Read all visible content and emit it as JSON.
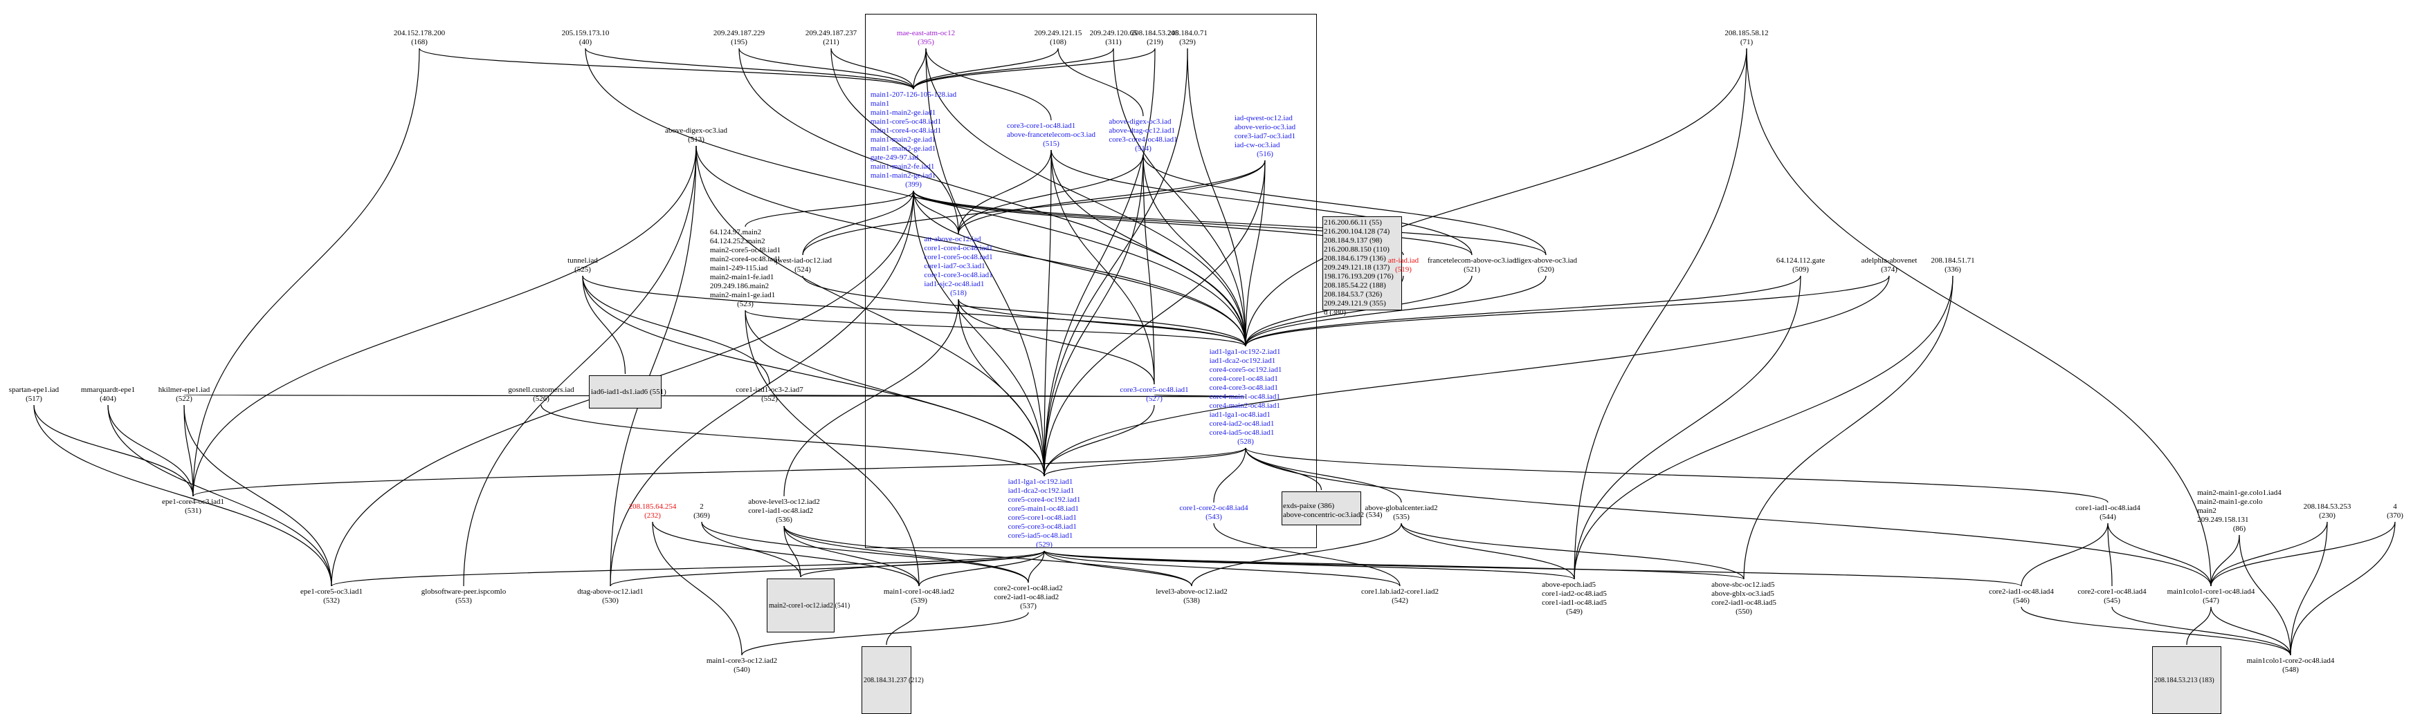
{
  "title": "Network topology graph",
  "colors": {
    "default": "#000000",
    "blue": "#1a1aee",
    "red": "#ee1111",
    "purple": "#a020d0",
    "box_fill": "#e3e3e3"
  },
  "nodes": [
    {
      "id": "n168",
      "lines": [
        "204.152.178.200"
      ],
      "count": "(168)"
    },
    {
      "id": "n40",
      "lines": [
        "205.159.173.10"
      ],
      "count": "(40)"
    },
    {
      "id": "n195",
      "lines": [
        "209.249.187.229"
      ],
      "count": "(195)"
    },
    {
      "id": "n211",
      "lines": [
        "209.249.187.237"
      ],
      "count": "(211)"
    },
    {
      "id": "n395",
      "lines": [
        "mae-east-atm-oc12"
      ],
      "count": "(395)"
    },
    {
      "id": "n108",
      "lines": [
        "209.249.121.15"
      ],
      "count": "(108)"
    },
    {
      "id": "n311",
      "lines": [
        "209.249.120.65"
      ],
      "count": "(311)"
    },
    {
      "id": "n219",
      "lines": [
        "208.184.53.245"
      ],
      "count": "(219)"
    },
    {
      "id": "n329",
      "lines": [
        "208.184.0.71"
      ],
      "count": "(329)"
    },
    {
      "id": "n71",
      "lines": [
        "208.185.58.12"
      ],
      "count": "(71)"
    },
    {
      "id": "n399",
      "lines": [
        "main1-207-126-105-128.iad",
        "main1",
        "main1-main2-ge.iad1",
        "main1-core5-oc48.iad1",
        "main1-core4-oc48.iad1",
        "main1-main2-ge.iad1",
        "main1-main2-ge.iad1",
        "gate-249-97.iad",
        "main1-main2-fe.iad1",
        "main1-main2-ge.iad1"
      ],
      "count": "(399)"
    },
    {
      "id": "n515",
      "lines": [
        "core3-core1-oc48.iad1",
        "above-francetelecom-oc3.iad"
      ],
      "count": "(515)"
    },
    {
      "id": "n514",
      "lines": [
        "above-digex-oc3.iad",
        "above-dtag-oc12.iad1",
        "core3-core4-oc48.iad1"
      ],
      "count": "(514)"
    },
    {
      "id": "n516",
      "lines": [
        "iad-qwest-oc12.iad",
        "above-verio-oc3.iad",
        "core3-iad7-oc3.iad1",
        "iad-cw-oc3.iad"
      ],
      "count": "(516)"
    },
    {
      "id": "n513",
      "lines": [
        "above-digex-oc3.iad"
      ],
      "count": "(513)"
    },
    {
      "id": "n523",
      "lines": [
        "64.124.97.main2",
        "64.124.252.main2",
        "main2-core5-oc48.iad1",
        "main2-core4-oc48.iad1",
        "main1-249-115.iad",
        "main2-main1-fe.iad1",
        "209.249.186.main2",
        "main2-main1-ge.iad1"
      ],
      "count": "(523)"
    },
    {
      "id": "n525",
      "lines": [
        "tunnel.iad"
      ],
      "count": "(525)"
    },
    {
      "id": "n524",
      "lines": [
        "qwest-iad-oc12.iad"
      ],
      "count": "(524)"
    },
    {
      "id": "n518",
      "lines": [
        "att-above-oc12.iad",
        "core1-core4-oc48.iad1",
        "core1-core5-oc48.iad1",
        "core1-iad7-oc3.iad1",
        "core1-core3-oc48.iad1",
        "iad1-sjc2-oc48.iad1"
      ],
      "count": "(518)"
    },
    {
      "id": "grouped_box",
      "lines": [
        "216.200.66.11 (55)",
        "216.200.104.128 (74)",
        "208.184.9.137 (98)",
        "216.200.88.150 (110)",
        "208.184.6.179 (136)",
        "209.249.121.18 (137)",
        "198.176.193.209 (176)",
        "208.185.54.22 (188)",
        "208.184.53.7 (326)",
        "209.249.121.9 (355)",
        "d (380)"
      ],
      "count": ""
    },
    {
      "id": "n519",
      "lines": [
        "att-iad.iad"
      ],
      "count": "(519)"
    },
    {
      "id": "n521",
      "lines": [
        "francetelecom-above-oc3.iad"
      ],
      "count": "(521)"
    },
    {
      "id": "n520",
      "lines": [
        "digex-above-oc3.iad"
      ],
      "count": "(520)"
    },
    {
      "id": "n509",
      "lines": [
        "64.124.112.gate"
      ],
      "count": "(509)"
    },
    {
      "id": "n374",
      "lines": [
        "adelphia-abovenet"
      ],
      "count": "(374)"
    },
    {
      "id": "n336",
      "lines": [
        "208.184.51.71"
      ],
      "count": "(336)"
    },
    {
      "id": "n517",
      "lines": [
        "spartan-epe1.iad"
      ],
      "count": "(517)"
    },
    {
      "id": "n404",
      "lines": [
        "mmarquardt-epe1"
      ],
      "count": "(404)"
    },
    {
      "id": "n522",
      "lines": [
        "hkilmer-epe1.iad"
      ],
      "count": "(522)"
    },
    {
      "id": "n526",
      "lines": [
        "gosnell.customers.iad"
      ],
      "count": "(526)"
    },
    {
      "id": "n551",
      "lines": [
        "iad6-iad1-ds1.iad6 (551)"
      ],
      "count": ""
    },
    {
      "id": "n552",
      "lines": [
        "core1-iad1-oc3-2.iad7"
      ],
      "count": "(552)"
    },
    {
      "id": "n527",
      "lines": [
        "core3-core5-oc48.iad1"
      ],
      "count": "(527)"
    },
    {
      "id": "n528",
      "lines": [
        "iad1-lga1-oc192-2.iad1",
        "iad1-dca2-oc192.iad1",
        "core4-core5-oc192.iad1",
        "core4-core1-oc48.iad1",
        "core4-core3-oc48.iad1",
        "core4-main1-oc48.iad1",
        "core4-main2-oc48.iad1",
        "iad1-lga1-oc48.iad1",
        "core4-iad2-oc48.iad1",
        "core4-iad5-oc48.iad1"
      ],
      "count": "(528)"
    },
    {
      "id": "n531",
      "lines": [
        "epe1-core4-oc3.iad1"
      ],
      "count": "(531)"
    },
    {
      "id": "n232",
      "lines": [
        "208.185.64.254"
      ],
      "count": "(232)"
    },
    {
      "id": "n369",
      "lines": [
        "2"
      ],
      "count": "(369)"
    },
    {
      "id": "n536",
      "lines": [
        "above-level3-oc12.iad2",
        "core1-iad1-oc48.iad2"
      ],
      "count": "(536)"
    },
    {
      "id": "n529",
      "lines": [
        "iad1-lga1-oc192.iad1",
        "iad1-dca2-oc192.iad1",
        "core5-core4-oc192.iad1",
        "core5-main1-oc48.iad1",
        "core5-core1-oc48.iad1",
        "core5-core3-oc48.iad1",
        "core5-iad5-oc48.iad1"
      ],
      "count": "(529)"
    },
    {
      "id": "n543",
      "lines": [
        "core1-core2-oc48.iad4"
      ],
      "count": "(543)"
    },
    {
      "id": "exds_box",
      "lines": [
        "exds-paixe (386)",
        "above-concentric-oc3.iad2 (534)"
      ],
      "count": ""
    },
    {
      "id": "n535",
      "lines": [
        "above-globalcenter.iad2"
      ],
      "count": "(535)"
    },
    {
      "id": "n544",
      "lines": [
        "core1-iad1-oc48.iad4"
      ],
      "count": "(544)"
    },
    {
      "id": "n86",
      "lines": [
        "main2-main1-ge.colo1.iad4",
        "main2-main1-ge.colo",
        "main2",
        "209.249.158.131"
      ],
      "count": "(86)"
    },
    {
      "id": "n230",
      "lines": [
        "208.184.53.253"
      ],
      "count": "(230)"
    },
    {
      "id": "n370",
      "lines": [
        "4"
      ],
      "count": "(370)"
    },
    {
      "id": "n532",
      "lines": [
        "epe1-core5-oc3.iad1"
      ],
      "count": "(532)"
    },
    {
      "id": "n553",
      "lines": [
        "globsoftware-peer.ispcomlo"
      ],
      "count": "(553)"
    },
    {
      "id": "n530",
      "lines": [
        "dtag-above-oc12.iad1"
      ],
      "count": "(530)"
    },
    {
      "id": "n541",
      "lines": [
        "main2-core1-oc12.iad2 (541)"
      ],
      "count": ""
    },
    {
      "id": "n539",
      "lines": [
        "main1-core1-oc48.iad2"
      ],
      "count": "(539)"
    },
    {
      "id": "n537",
      "lines": [
        "core2-core1-oc48.iad2",
        "core2-iad1-oc48.iad2"
      ],
      "count": "(537)"
    },
    {
      "id": "n538",
      "lines": [
        "level3-above-oc12.iad2"
      ],
      "count": "(538)"
    },
    {
      "id": "n542",
      "lines": [
        "core1.lab.iad2-core1.iad2"
      ],
      "count": "(542)"
    },
    {
      "id": "n549",
      "lines": [
        "above-epoch.iad5",
        "core1-iad2-oc48.iad5",
        "core1-iad1-oc48.iad5"
      ],
      "count": "(549)"
    },
    {
      "id": "n550",
      "lines": [
        "above-sbc-oc12.iad5",
        "above-gblx-oc3.iad5",
        "core2-iad1-oc48.iad5"
      ],
      "count": "(550)"
    },
    {
      "id": "n546",
      "lines": [
        "core2-iad1-oc48.iad4"
      ],
      "count": "(546)"
    },
    {
      "id": "n545",
      "lines": [
        "core2-core1-oc48.iad4"
      ],
      "count": "(545)"
    },
    {
      "id": "n547",
      "lines": [
        "main1colo1-core1-oc48.iad4"
      ],
      "count": "(547)"
    },
    {
      "id": "n540",
      "lines": [
        "main1-core3-oc12.iad2"
      ],
      "count": "(540)"
    },
    {
      "id": "n212",
      "lines": [
        "208.184.31.237 (212)"
      ],
      "count": ""
    },
    {
      "id": "n183",
      "lines": [
        "208.184.53.213 (183)"
      ],
      "count": ""
    },
    {
      "id": "n548",
      "lines": [
        "main1colo1-core2-oc48.iad4"
      ],
      "count": "(548)"
    }
  ],
  "edges": [
    [
      "n168",
      "n399"
    ],
    [
      "n168",
      "n531"
    ],
    [
      "n40",
      "n399"
    ],
    [
      "n40",
      "n528"
    ],
    [
      "n195",
      "n399"
    ],
    [
      "n195",
      "n528"
    ],
    [
      "n211",
      "n399"
    ],
    [
      "n211",
      "n518"
    ],
    [
      "n395",
      "n399"
    ],
    [
      "n395",
      "n515"
    ],
    [
      "n395",
      "n528"
    ],
    [
      "n395",
      "n529"
    ],
    [
      "n108",
      "n399"
    ],
    [
      "n108",
      "n514"
    ],
    [
      "n311",
      "n399"
    ],
    [
      "n311",
      "n528"
    ],
    [
      "n219",
      "n399"
    ],
    [
      "n219",
      "n529"
    ],
    [
      "n329",
      "n528"
    ],
    [
      "n329",
      "n529"
    ],
    [
      "n71",
      "n528"
    ],
    [
      "n71",
      "n547"
    ],
    [
      "n71",
      "n549"
    ],
    [
      "n399",
      "n518"
    ],
    [
      "n399",
      "n528"
    ],
    [
      "n399",
      "n529"
    ],
    [
      "n399",
      "n519"
    ],
    [
      "n399",
      "n521"
    ],
    [
      "n399",
      "n520"
    ],
    [
      "n399",
      "n523"
    ],
    [
      "n399",
      "n524"
    ],
    [
      "n399",
      "n532"
    ],
    [
      "n399",
      "n530"
    ],
    [
      "n515",
      "n518"
    ],
    [
      "n515",
      "n528"
    ],
    [
      "n515",
      "n529"
    ],
    [
      "n515",
      "n527"
    ],
    [
      "n515",
      "n521"
    ],
    [
      "n514",
      "n518"
    ],
    [
      "n514",
      "n528"
    ],
    [
      "n514",
      "n529"
    ],
    [
      "n514",
      "n527"
    ],
    [
      "n514",
      "n520"
    ],
    [
      "n516",
      "n528"
    ],
    [
      "n516",
      "n529"
    ],
    [
      "n516",
      "n518"
    ],
    [
      "n516",
      "n524"
    ],
    [
      "n513",
      "n528"
    ],
    [
      "n513",
      "n529"
    ],
    [
      "n513",
      "n531"
    ],
    [
      "n513",
      "n553"
    ],
    [
      "n513",
      "n530"
    ],
    [
      "n523",
      "n528"
    ],
    [
      "n523",
      "n529"
    ],
    [
      "n523",
      "n539"
    ],
    [
      "n525",
      "n552"
    ],
    [
      "n525",
      "n528"
    ],
    [
      "n525",
      "n529"
    ],
    [
      "n524",
      "n528"
    ],
    [
      "n518",
      "n528"
    ],
    [
      "n518",
      "n529"
    ],
    [
      "n518",
      "n527"
    ],
    [
      "n518",
      "n536"
    ],
    [
      "n519",
      "n528"
    ],
    [
      "n521",
      "n528"
    ],
    [
      "n520",
      "n528"
    ],
    [
      "n509",
      "n528"
    ],
    [
      "n509",
      "n549"
    ],
    [
      "n374",
      "n528"
    ],
    [
      "n374",
      "n529"
    ],
    [
      "n336",
      "n549"
    ],
    [
      "n336",
      "n550"
    ],
    [
      "n517",
      "n531"
    ],
    [
      "n517",
      "n532"
    ],
    [
      "n404",
      "n531"
    ],
    [
      "n404",
      "n532"
    ],
    [
      "n522",
      "n531"
    ],
    [
      "n522",
      "n532"
    ],
    [
      "n522",
      "n528"
    ],
    [
      "n526",
      "n529"
    ],
    [
      "n551",
      "n525"
    ],
    [
      "n552",
      "n528"
    ],
    [
      "n527",
      "n528"
    ],
    [
      "n527",
      "n529"
    ],
    [
      "n528",
      "n531"
    ],
    [
      "n528",
      "n529"
    ],
    [
      "n528",
      "n543"
    ],
    [
      "n528",
      "n547"
    ],
    [
      "n528",
      "n544"
    ],
    [
      "n528",
      "n535"
    ],
    [
      "n528",
      "exds_box"
    ],
    [
      "n529",
      "n541"
    ],
    [
      "n529",
      "n539"
    ],
    [
      "n529",
      "n537"
    ],
    [
      "n529",
      "n538"
    ],
    [
      "n529",
      "n542"
    ],
    [
      "n529",
      "n549"
    ],
    [
      "n529",
      "n550"
    ],
    [
      "n529",
      "n546"
    ],
    [
      "n529",
      "n530"
    ],
    [
      "n529",
      "n532"
    ],
    [
      "n232",
      "n540"
    ],
    [
      "n232",
      "n539"
    ],
    [
      "n369",
      "n541"
    ],
    [
      "n369",
      "n537"
    ],
    [
      "n536",
      "n541"
    ],
    [
      "n536",
      "n539"
    ],
    [
      "n536",
      "n537"
    ],
    [
      "n536",
      "n538"
    ],
    [
      "n543",
      "n542"
    ],
    [
      "n535",
      "n549"
    ],
    [
      "n535",
      "n550"
    ],
    [
      "n535",
      "n538"
    ],
    [
      "n544",
      "n546"
    ],
    [
      "n544",
      "n545"
    ],
    [
      "n544",
      "n547"
    ],
    [
      "n86",
      "n547"
    ],
    [
      "n86",
      "n548"
    ],
    [
      "n230",
      "n547"
    ],
    [
      "n230",
      "n548"
    ],
    [
      "n370",
      "n547"
    ],
    [
      "n370",
      "n548"
    ],
    [
      "n545",
      "n548"
    ],
    [
      "n546",
      "n548"
    ],
    [
      "n547",
      "n183"
    ],
    [
      "n547",
      "n548"
    ],
    [
      "n539",
      "n212"
    ],
    [
      "n537",
      "n540"
    ]
  ]
}
